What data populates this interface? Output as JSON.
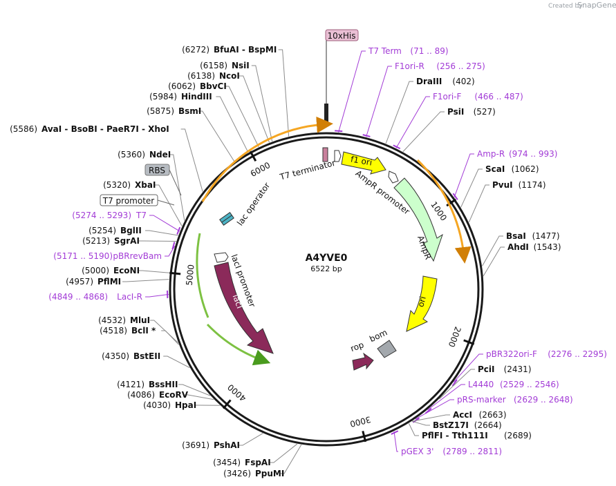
{
  "credit": {
    "prefix": "Created by",
    "brand": "SnapGene"
  },
  "plasmid": {
    "name": "A4YVE0",
    "size_label": "6522 bp",
    "length": 6522
  },
  "colors": {
    "backbone": "#1a1a1a",
    "primer": "#a23bd6",
    "feature_orange": "#f5a623",
    "feature_green": "#7dc142",
    "lacI": "#8b2a5a",
    "ori": "#ffff00",
    "ampR": "#ccffcc"
  },
  "ticks": [
    {
      "pos": 1000,
      "label": "1000"
    },
    {
      "pos": 2000,
      "label": "2000"
    },
    {
      "pos": 3000,
      "label": "3000"
    },
    {
      "pos": 4000,
      "label": "4000"
    },
    {
      "pos": 5000,
      "label": "5000"
    },
    {
      "pos": 6000,
      "label": "6000"
    }
  ],
  "sites": [
    {
      "kind": "enzyme",
      "text": "BfuAI",
      "extra": " - BspMI",
      "pos_label": "(6272)",
      "side": "L",
      "anchor": 6272
    },
    {
      "kind": "enzyme",
      "text": "NsiI",
      "pos_label": "(6158)",
      "side": "L",
      "anchor": 6158
    },
    {
      "kind": "enzyme",
      "text": "NcoI",
      "pos_label": "(6138)",
      "side": "L",
      "anchor": 6138
    },
    {
      "kind": "enzyme",
      "text": "BbvCI",
      "pos_label": "(6062)",
      "side": "L",
      "anchor": 6062
    },
    {
      "kind": "enzyme",
      "text": "HindIII",
      "pos_label": "(5984)",
      "side": "L",
      "anchor": 5984
    },
    {
      "kind": "enzyme",
      "text": "BsmI",
      "pos_label": "(5875)",
      "side": "L",
      "anchor": 5875
    },
    {
      "kind": "enzyme",
      "text": "AvaI",
      "extra": " - BsoBI - PaeR7I - XhoI",
      "pos_label": "(5586)",
      "side": "L",
      "anchor": 5586
    },
    {
      "kind": "enzyme",
      "text": "NdeI",
      "pos_label": "(5360)",
      "side": "L",
      "anchor": 5360
    },
    {
      "kind": "enzyme",
      "text": "XbaI",
      "pos_label": "(5320)",
      "side": "L",
      "anchor": 5320
    },
    {
      "kind": "primer",
      "text": "T7",
      "pos_label": "(5274 .. 5293)",
      "side": "L",
      "anchor": 5283
    },
    {
      "kind": "enzyme",
      "text": "BglII",
      "pos_label": "(5254)",
      "side": "L",
      "anchor": 5254
    },
    {
      "kind": "enzyme",
      "text": "SgrAI",
      "pos_label": "(5213)",
      "side": "L",
      "anchor": 5213
    },
    {
      "kind": "primer",
      "text": "pBRrevBam",
      "pos_label": "(5171 .. 5190)",
      "side": "L",
      "anchor": 5180
    },
    {
      "kind": "enzyme",
      "text": "EcoNI",
      "pos_label": "(5000)",
      "side": "L",
      "anchor": 5000
    },
    {
      "kind": "enzyme",
      "text": "PflMI",
      "pos_label": "(4957)",
      "side": "L",
      "anchor": 4957
    },
    {
      "kind": "primer",
      "text": "LacI-R",
      "pos_label": "(4849 .. 4868)",
      "side": "L",
      "anchor": 4858
    },
    {
      "kind": "enzyme",
      "text": "MluI",
      "pos_label": "(4532)",
      "side": "L",
      "anchor": 4532
    },
    {
      "kind": "enzyme",
      "text": "BclI *",
      "pos_label": "(4518)",
      "side": "L",
      "anchor": 4518
    },
    {
      "kind": "enzyme",
      "text": "BstEII",
      "pos_label": "(4350)",
      "side": "L",
      "anchor": 4350
    },
    {
      "kind": "enzyme",
      "text": "BssHII",
      "pos_label": "(4121)",
      "side": "L",
      "anchor": 4121
    },
    {
      "kind": "enzyme",
      "text": "EcoRV",
      "pos_label": "(4086)",
      "side": "L",
      "anchor": 4086
    },
    {
      "kind": "enzyme",
      "text": "HpaI",
      "pos_label": "(4030)",
      "side": "L",
      "anchor": 4030
    },
    {
      "kind": "enzyme",
      "text": "PshAI",
      "pos_label": "(3691)",
      "side": "L",
      "anchor": 3691
    },
    {
      "kind": "enzyme",
      "text": "FspAI",
      "pos_label": "(3454)",
      "side": "L",
      "anchor": 3454
    },
    {
      "kind": "enzyme",
      "text": "PpuMI",
      "pos_label": "(3426)",
      "side": "L",
      "anchor": 3426
    },
    {
      "kind": "primer",
      "text": "T7 Term",
      "pos_label": "(71 .. 89)",
      "side": "R",
      "anchor": 80
    },
    {
      "kind": "primer",
      "text": "F1ori-R",
      "pos_label": "(256 .. 275)",
      "side": "R",
      "anchor": 265
    },
    {
      "kind": "enzyme",
      "text": "DraIII",
      "pos_label": "(402)",
      "side": "R",
      "anchor": 402
    },
    {
      "kind": "primer",
      "text": "F1ori-F",
      "pos_label": "(466 .. 487)",
      "side": "R",
      "anchor": 476
    },
    {
      "kind": "enzyme",
      "text": "PsiI",
      "pos_label": "(527)",
      "side": "R",
      "anchor": 527
    },
    {
      "kind": "primer",
      "text": "Amp-R",
      "pos_label": "(974 .. 993)",
      "side": "R",
      "anchor": 983
    },
    {
      "kind": "enzyme",
      "text": "ScaI",
      "pos_label": "(1062)",
      "side": "R",
      "anchor": 1062
    },
    {
      "kind": "enzyme",
      "text": "PvuI",
      "pos_label": "(1174)",
      "side": "R",
      "anchor": 1174
    },
    {
      "kind": "enzyme",
      "text": "BsaI",
      "pos_label": "(1477)",
      "side": "R",
      "anchor": 1477
    },
    {
      "kind": "enzyme",
      "text": "AhdI",
      "pos_label": "(1543)",
      "side": "R",
      "anchor": 1543
    },
    {
      "kind": "primer",
      "text": "pBR322ori-F",
      "pos_label": "(2276 .. 2295)",
      "side": "R",
      "anchor": 2285
    },
    {
      "kind": "enzyme",
      "text": "PciI",
      "pos_label": "(2431)",
      "side": "R",
      "anchor": 2431
    },
    {
      "kind": "primer",
      "text": "L4440",
      "pos_label": "(2529 .. 2546)",
      "side": "R",
      "anchor": 2537
    },
    {
      "kind": "primer",
      "text": "pRS-marker",
      "pos_label": "(2629 .. 2648)",
      "side": "R",
      "anchor": 2638
    },
    {
      "kind": "enzyme",
      "text": "AccI",
      "pos_label": "(2663)",
      "side": "R",
      "anchor": 2663
    },
    {
      "kind": "enzyme",
      "text": "BstZ17I",
      "pos_label": "(2664)",
      "side": "R",
      "anchor": 2664
    },
    {
      "kind": "enzyme",
      "text": "PflFI",
      "extra": " - Tth111I",
      "pos_label": "(2689)",
      "side": "R",
      "anchor": 2689
    },
    {
      "kind": "primer",
      "text": "pGEX 3'",
      "pos_label": "(2789 .. 2811)",
      "side": "R",
      "anchor": 2800
    }
  ],
  "features": [
    {
      "name": "T7 terminator",
      "label": "T7 terminator"
    },
    {
      "name": "lac operator",
      "label": "lac operator"
    },
    {
      "name": "f1 ori",
      "label": "f1 ori"
    },
    {
      "name": "AmpR promoter",
      "label": "AmpR promoter"
    },
    {
      "name": "AmpR",
      "label": "AmpR"
    },
    {
      "name": "ori",
      "label": "ori"
    },
    {
      "name": "rop",
      "label": "rop"
    },
    {
      "name": "bom",
      "label": "bom"
    },
    {
      "name": "lacI promoter",
      "label": "lacI promoter"
    },
    {
      "name": "lacI",
      "label": "lacI"
    }
  ],
  "boxed_labels": {
    "his": "10xHis",
    "rbs": "RBS",
    "t7prom": "T7 promoter"
  }
}
